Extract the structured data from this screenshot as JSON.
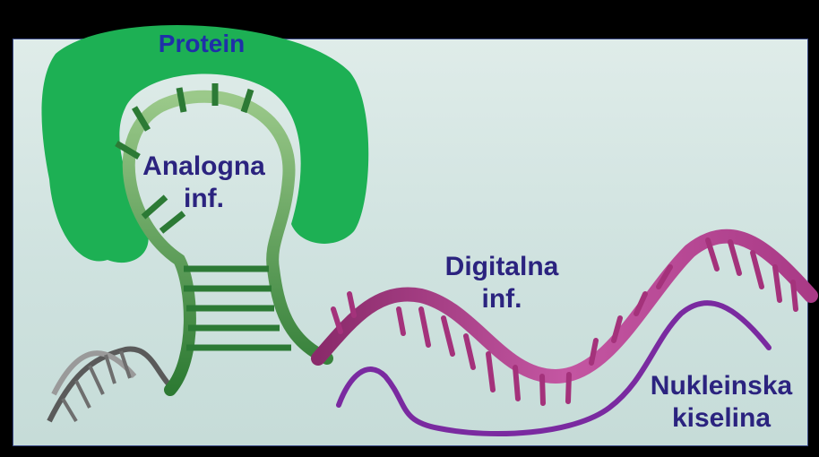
{
  "labels": {
    "protein": "Protein",
    "analog_line1": "Analogna",
    "analog_line2": "inf.",
    "digital_line1": "Digitalna",
    "digital_line2": "inf.",
    "nucleic_line1": "Nukleinska",
    "nucleic_line2": "kiselina"
  },
  "colors": {
    "background": "#000000",
    "panel": "#d6e8e4",
    "protein_blob": "#1db054",
    "rna_green": "#2f8a3a",
    "rna_magenta": "#b0397f",
    "nucleic_line": "#7a2aa0",
    "label_blue": "#2b237f"
  },
  "icons": [
    "protein-blob-shape",
    "rna-hairpin-strand",
    "nucleic-acid-curve"
  ]
}
